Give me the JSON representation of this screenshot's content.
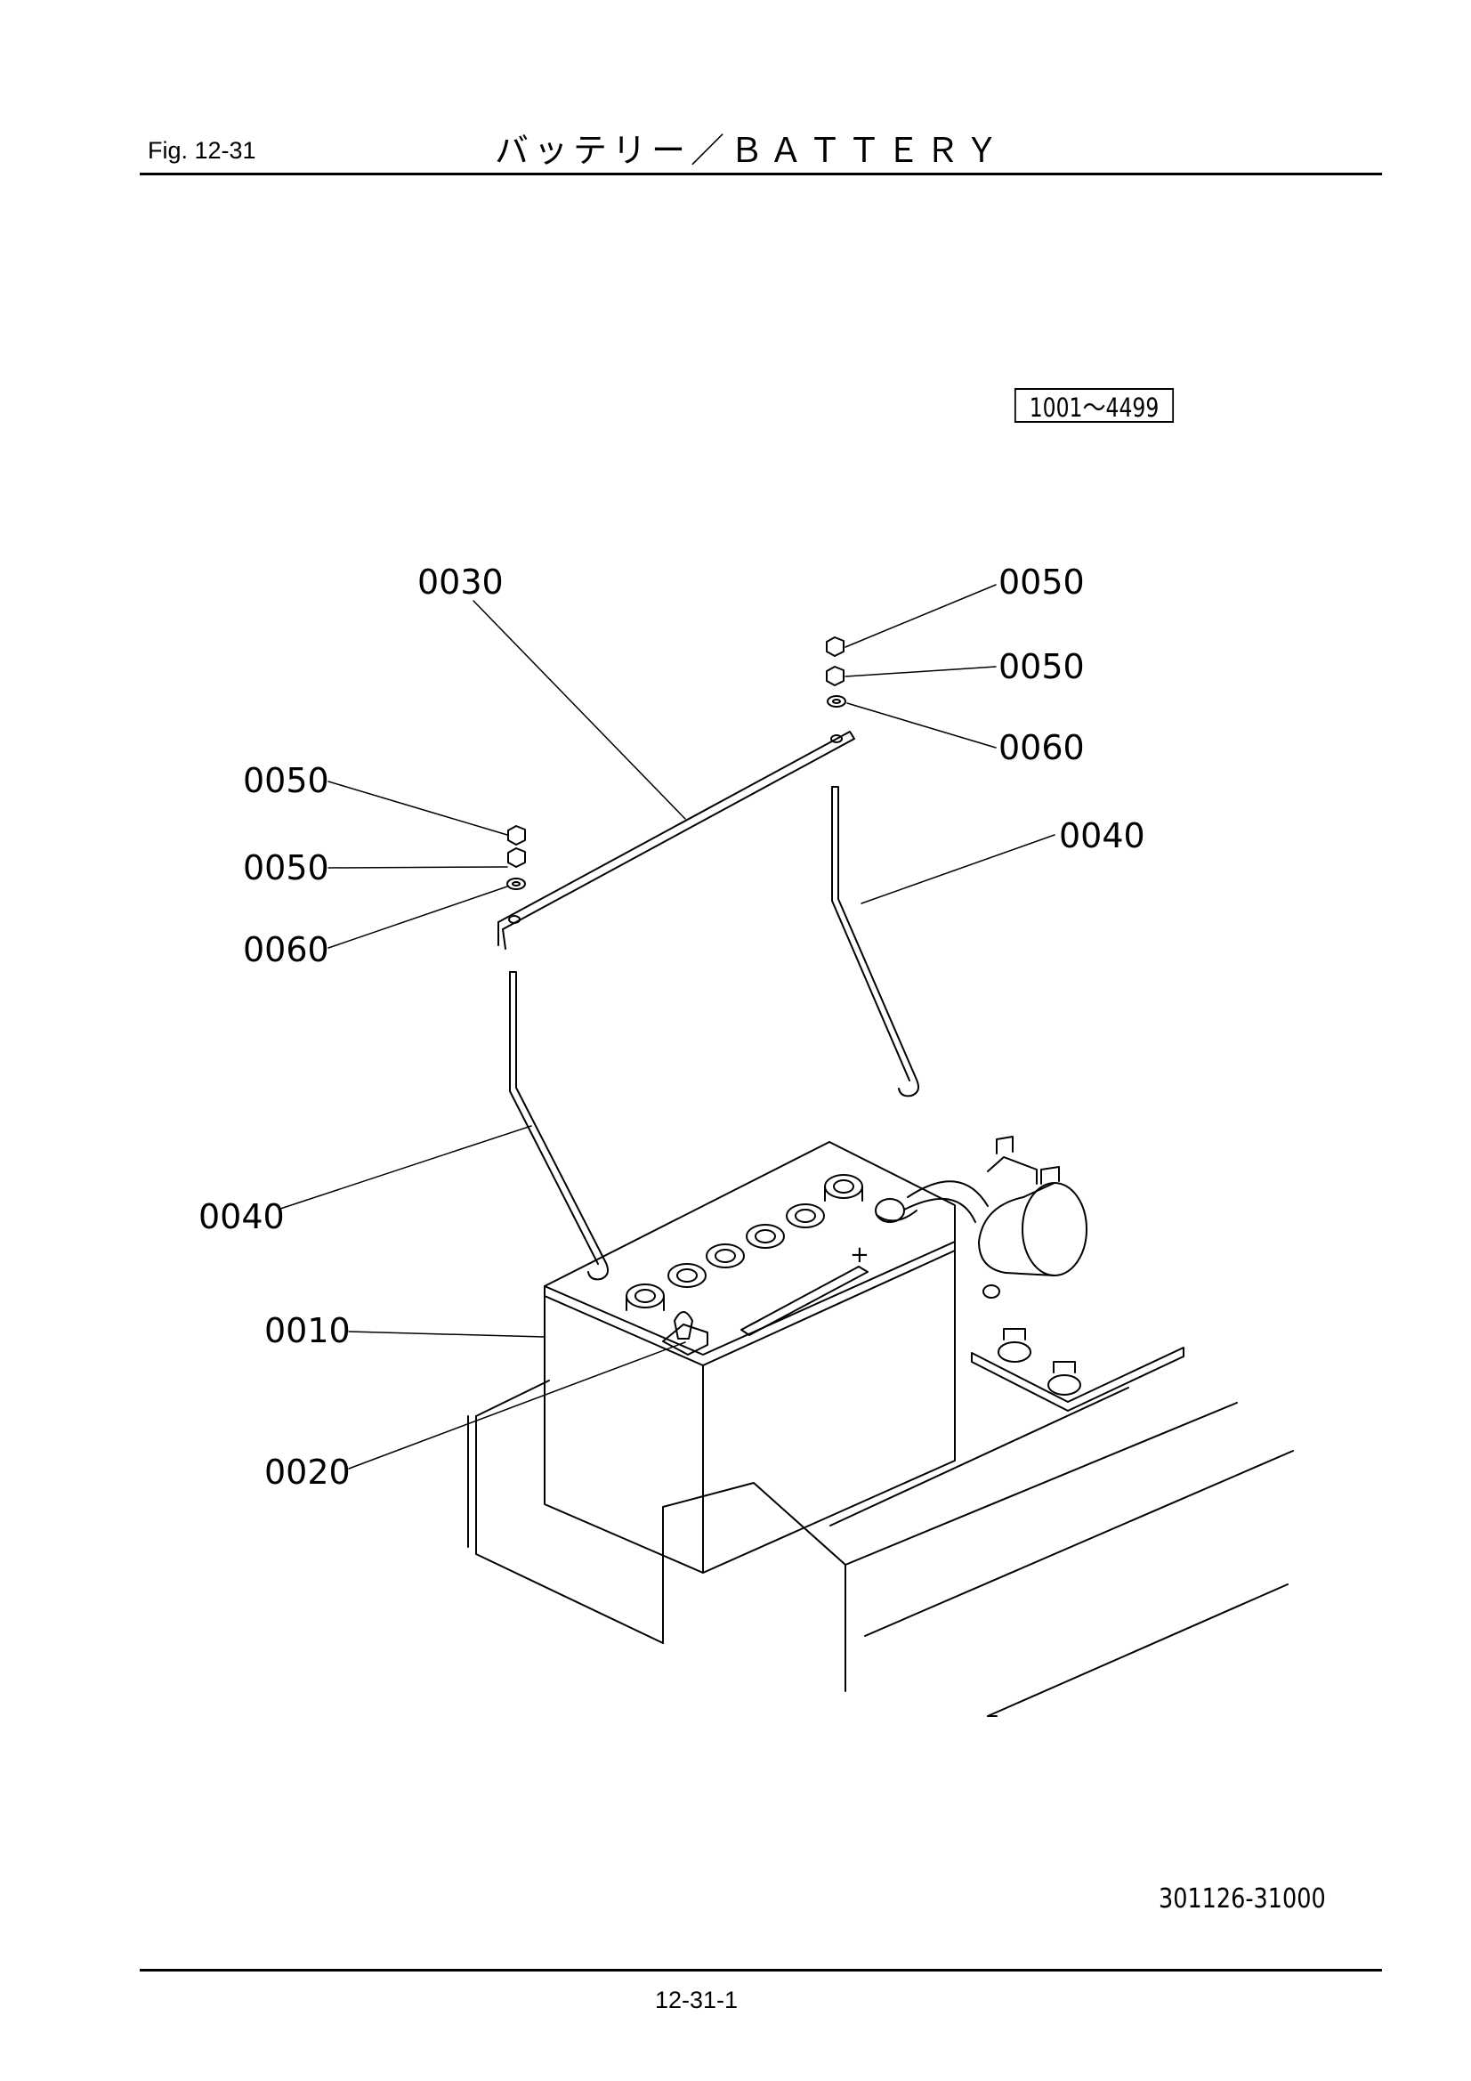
{
  "header": {
    "fig_label": "Fig.  12-31",
    "title": "バッテリー／ＢＡＴＴＥＲＹ"
  },
  "serial_range": "1001～4499",
  "callouts": [
    {
      "id": "c-0030",
      "text": "0030"
    },
    {
      "id": "c-0050-a",
      "text": "0050"
    },
    {
      "id": "c-0050-b",
      "text": "0050"
    },
    {
      "id": "c-0060-a",
      "text": "0060"
    },
    {
      "id": "c-0040-a",
      "text": "0040"
    },
    {
      "id": "c-0050-c",
      "text": "0050"
    },
    {
      "id": "c-0050-d",
      "text": "0050"
    },
    {
      "id": "c-0060-b",
      "text": "0060"
    },
    {
      "id": "c-0040-b",
      "text": "0040"
    },
    {
      "id": "c-0010",
      "text": "0010"
    },
    {
      "id": "c-0020",
      "text": "0020"
    }
  ],
  "drawing_number": "301126-31000",
  "page_number": "12-31-1"
}
